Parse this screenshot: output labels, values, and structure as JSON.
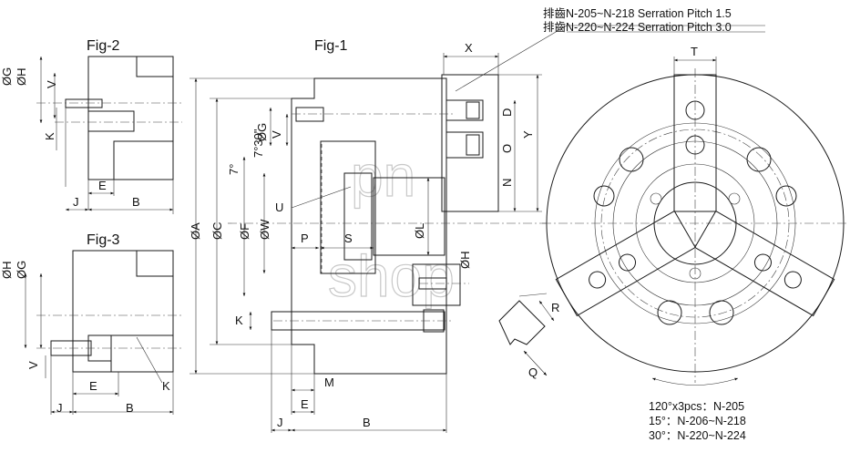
{
  "figures": {
    "fig1": "Fig-1",
    "fig2": "Fig-2",
    "fig3": "Fig-3"
  },
  "serration_notes": [
    "排齒N-205~N-218 Serration Pitch 1.5",
    "排齒N-220~N-224 Serration Pitch 3.0"
  ],
  "angle_notes": [
    "120°x3pcs：N-205",
    "15°：N-206~N-218",
    "30°：N-220~N-224"
  ],
  "dimensions": {
    "A": "ØA",
    "C": "ØC",
    "F": "ØF",
    "W": "ØW",
    "G": "ØG",
    "H": "ØH",
    "L": "ØL",
    "angle": "7°",
    "angle2": "7°30\"",
    "B": "B",
    "D": "D",
    "E": "E",
    "J": "J",
    "K": "K",
    "M": "M",
    "N": "N",
    "O": "O",
    "P": "P",
    "Q": "Q",
    "R": "R",
    "S": "S",
    "T": "T",
    "U": "U",
    "V": "V",
    "X": "X",
    "Y": "Y"
  },
  "watermark": [
    "pn",
    "shop"
  ]
}
